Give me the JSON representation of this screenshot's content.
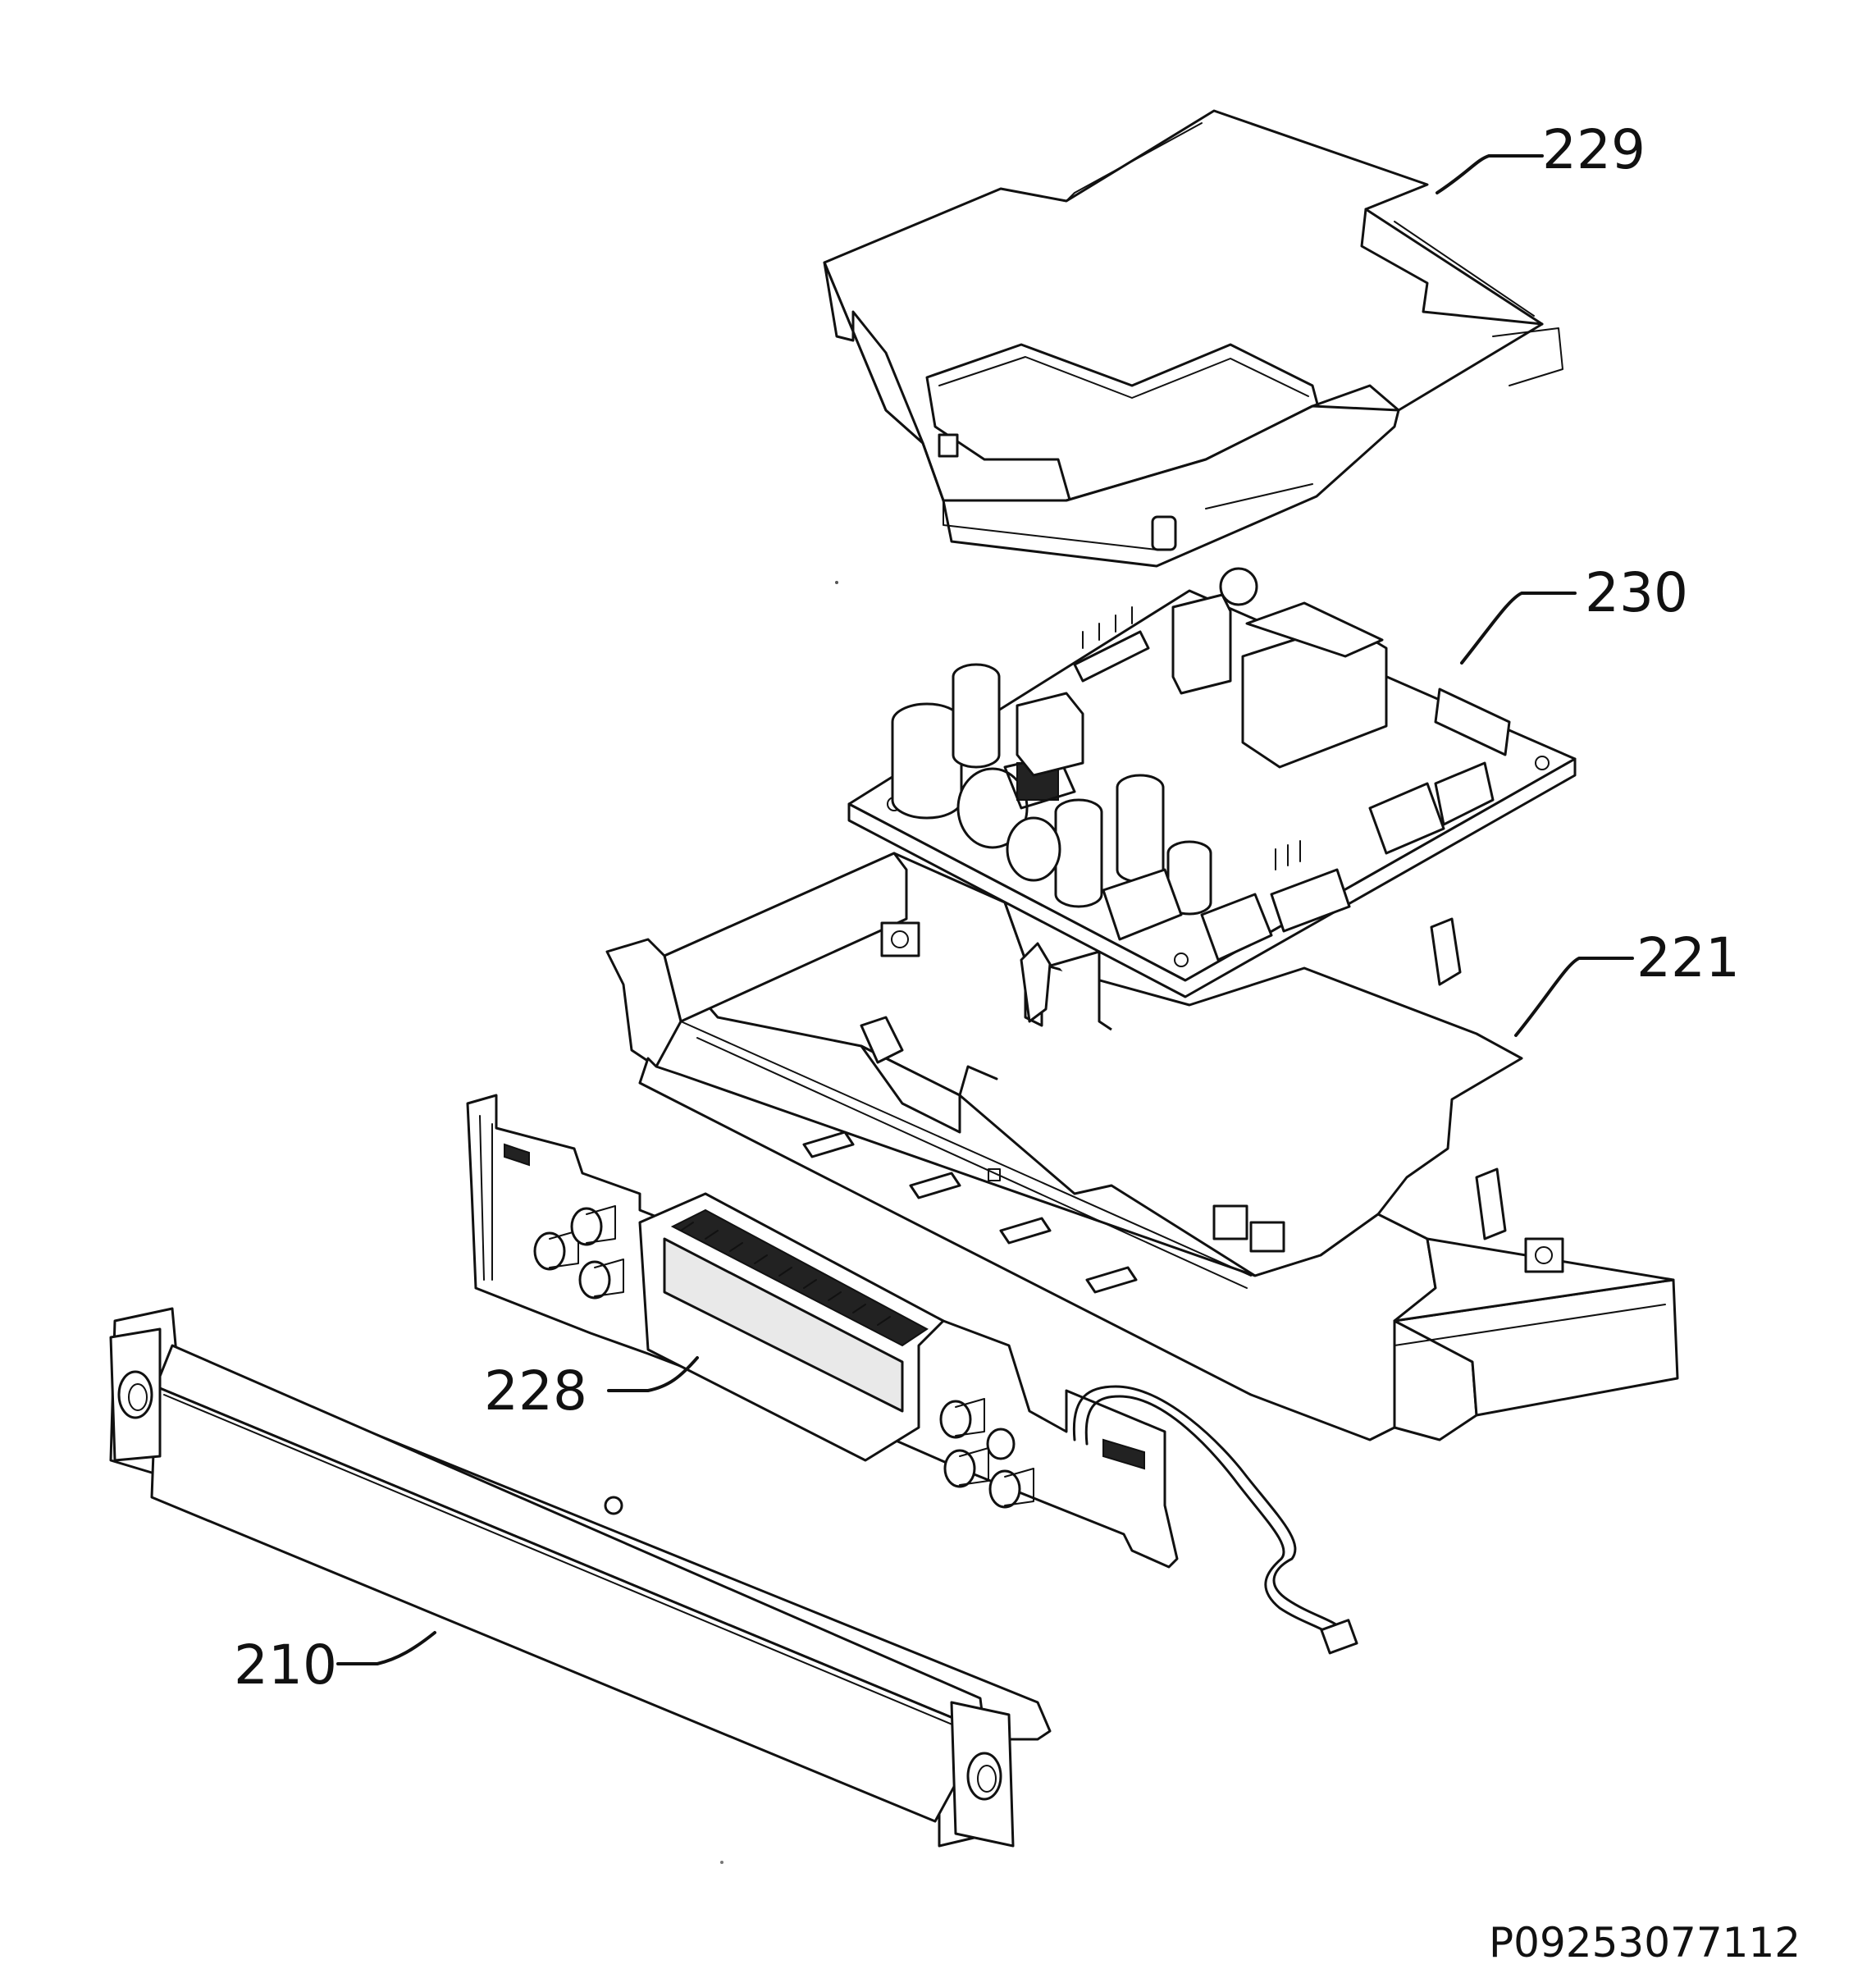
{
  "parts": [
    {
      "id": "part-229",
      "label": "229"
    },
    {
      "id": "part-230",
      "label": "230"
    },
    {
      "id": "part-221",
      "label": "221"
    },
    {
      "id": "part-228",
      "label": "228"
    },
    {
      "id": "part-210",
      "label": "210"
    }
  ],
  "document_code": "P09253077112",
  "colors": {
    "line": "#111111",
    "background": "#ffffff"
  }
}
